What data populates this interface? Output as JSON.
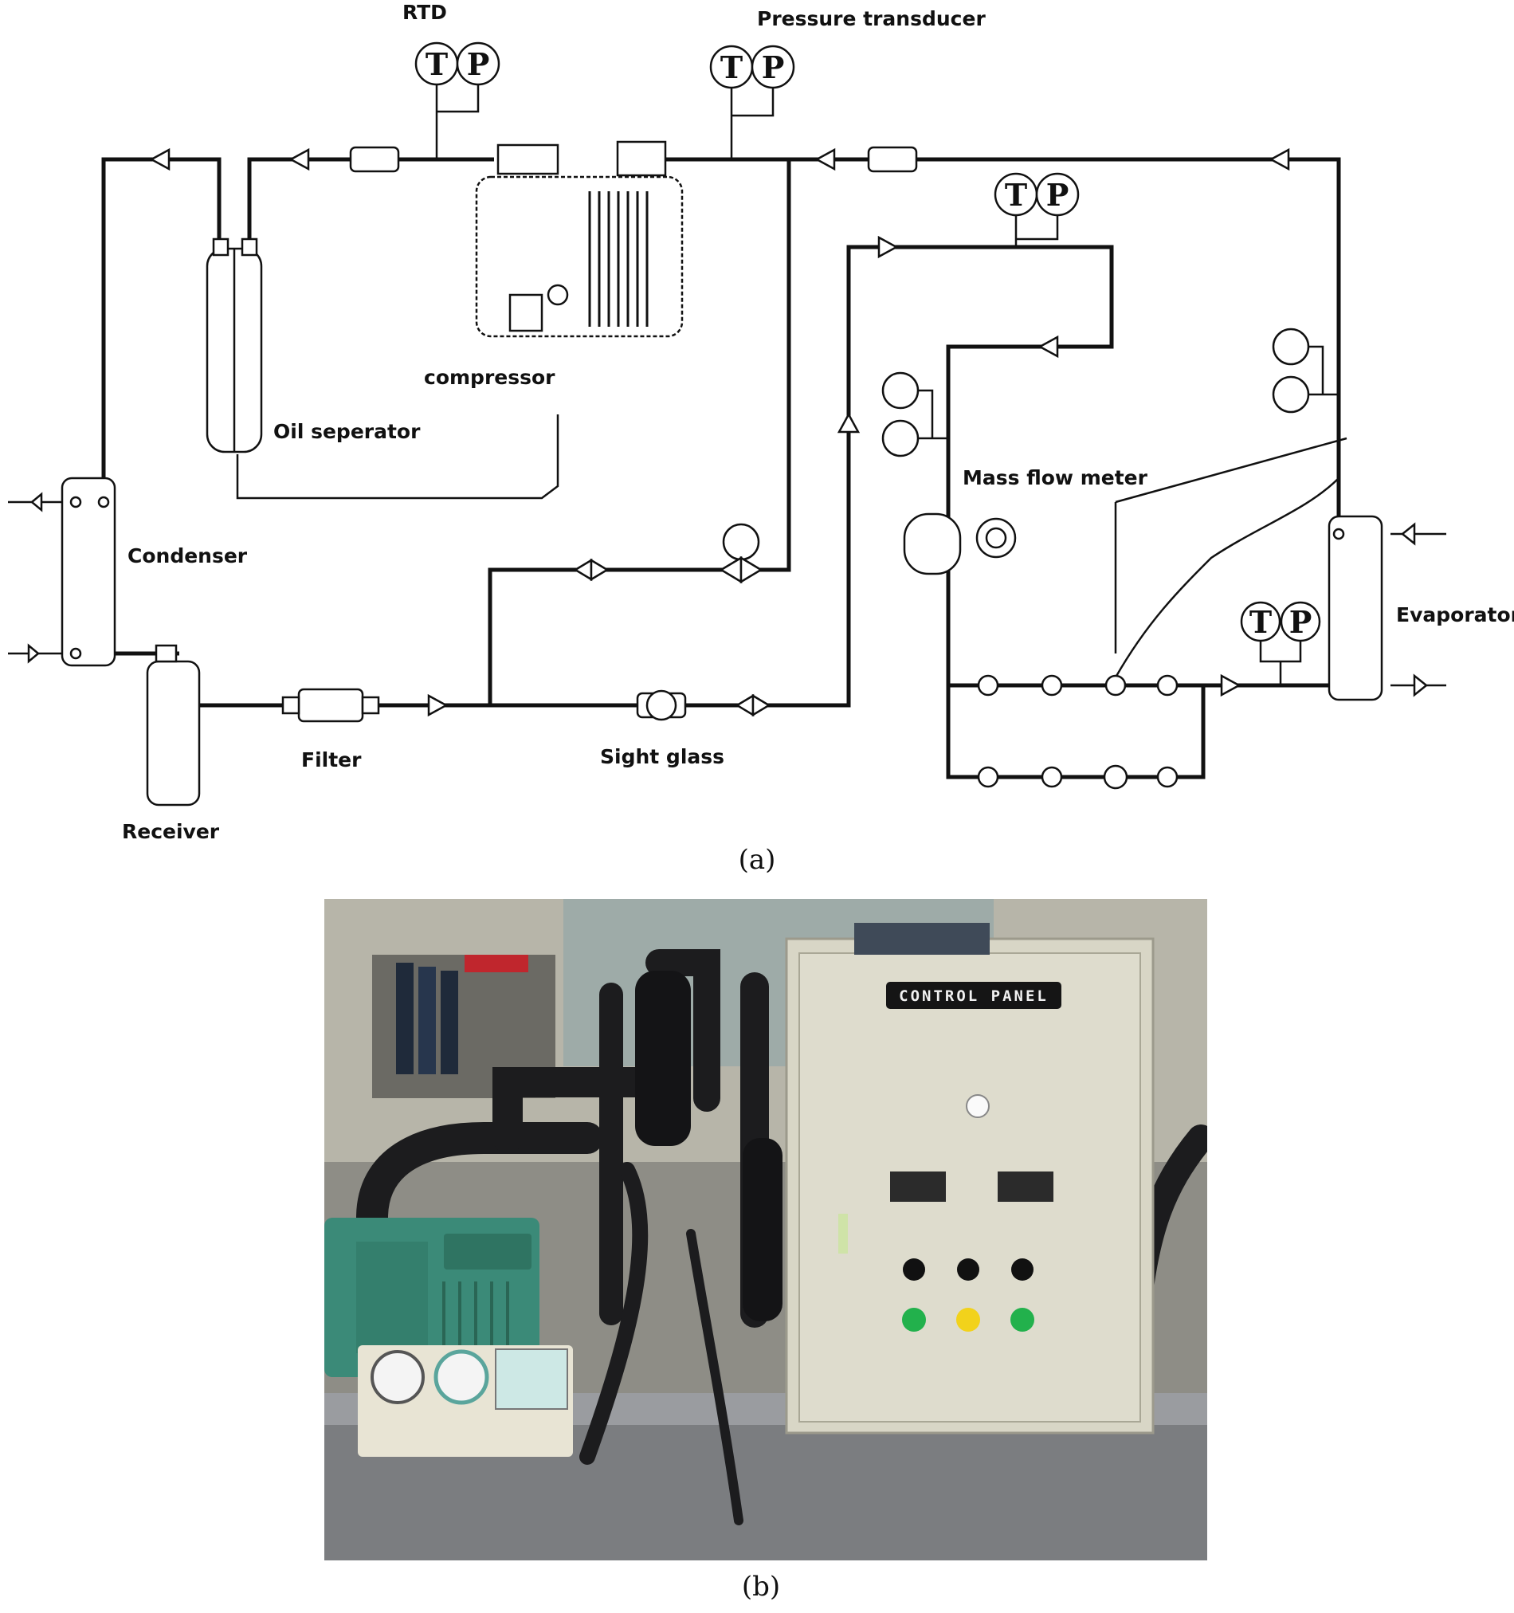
{
  "figure": {
    "caption_a": "(a)",
    "caption_b": "(b)"
  },
  "schematic": {
    "labels": {
      "rtd": "RTD",
      "pressure_transducer": "Pressure transducer",
      "compressor": "compressor",
      "oil_separator": "Oil seperator",
      "condenser": "Condenser",
      "mass_flow_meter": "Mass flow meter",
      "evaporator": "Evaporator",
      "filter": "Filter",
      "sight_glass": "Sight glass",
      "receiver": "Receiver"
    },
    "sensor_letters": {
      "temperature": "T",
      "pressure": "P"
    }
  },
  "photo": {
    "control_panel_label": "CONTROL PANEL",
    "colors": {
      "cabinet": "#d8d6c6",
      "compressor": "#3b8a78",
      "indicator_green": "#22b14c",
      "indicator_yellow": "#f2d21b",
      "insulation": "#1c1c1e"
    }
  }
}
